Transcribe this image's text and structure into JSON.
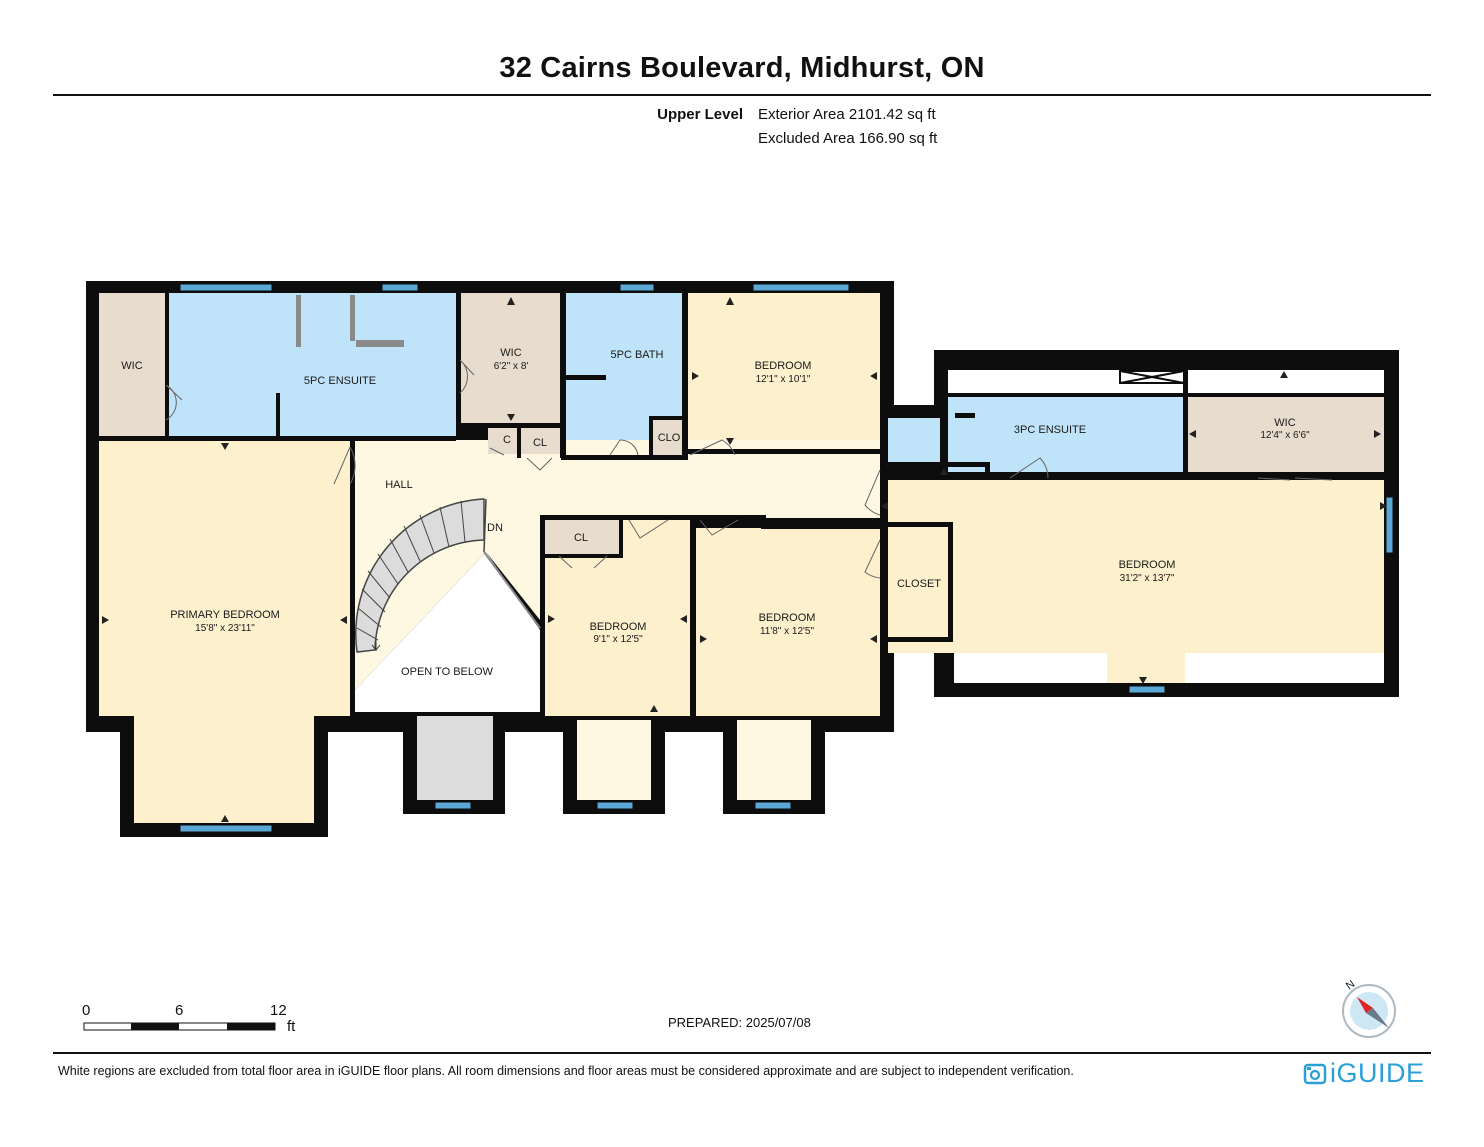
{
  "header": {
    "title": "32 Cairns Boulevard, Midhurst, ON",
    "level_name": "Upper Level",
    "exterior_area": "Exterior Area 2101.42 sq ft",
    "excluded_area": "Excluded Area 166.90 sq ft"
  },
  "rooms": {
    "wic_left": "WIC",
    "ensuite_5pc": "5PC ENSUITE",
    "wic_mid": "WIC",
    "wic_mid_dims": "6'2\" x 8'",
    "bath_5pc": "5PC BATH",
    "bedroom_top": "BEDROOM",
    "bedroom_top_dims": "12'1\" x 10'1\"",
    "ensuite_3pc": "3PC ENSUITE",
    "wic_right": "WIC",
    "wic_right_dims": "12'4\" x 6'6\"",
    "closet_c": "C",
    "closet_cl_top": "CL",
    "closet_clo": "CLO",
    "hall": "HALL",
    "stair_dn": "DN",
    "primary_bedroom": "PRIMARY BEDROOM",
    "primary_bedroom_dims": "15'8\" x 23'11\"",
    "open_to_below": "OPEN TO BELOW",
    "closet_cl_small": "CL",
    "bedroom_small": "BEDROOM",
    "bedroom_small_dims": "9'1\" x 12'5\"",
    "bedroom_mid": "BEDROOM",
    "bedroom_mid_dims": "11'8\" x 12'5\"",
    "closet_big": "CLOSET",
    "bedroom_large": "BEDROOM",
    "bedroom_large_dims": "31'2\" x 13'7\""
  },
  "scale": {
    "tick_0": "0",
    "tick_6": "6",
    "tick_12": "12",
    "unit": "ft"
  },
  "footer": {
    "prepared": "PREPARED: 2025/07/08",
    "disclaimer": "White regions are excluded from total floor area in iGUIDE floor plans. All room dimensions and floor areas must be considered approximate and are subject to independent verification.",
    "brand": "iGUIDE",
    "compass_label": "N"
  },
  "colors": {
    "wall": "#0d0d0d",
    "bedroom_fill": "#fdf0cc",
    "bath_fill": "#bfe3f8",
    "closet_fill": "#e8dccf",
    "hall_fill": "#fef7e2",
    "excluded_fill": "#dcdcdc",
    "window": "#5ba8d6",
    "brand": "#2aa0d6",
    "compass_needle": "#e0252a"
  }
}
